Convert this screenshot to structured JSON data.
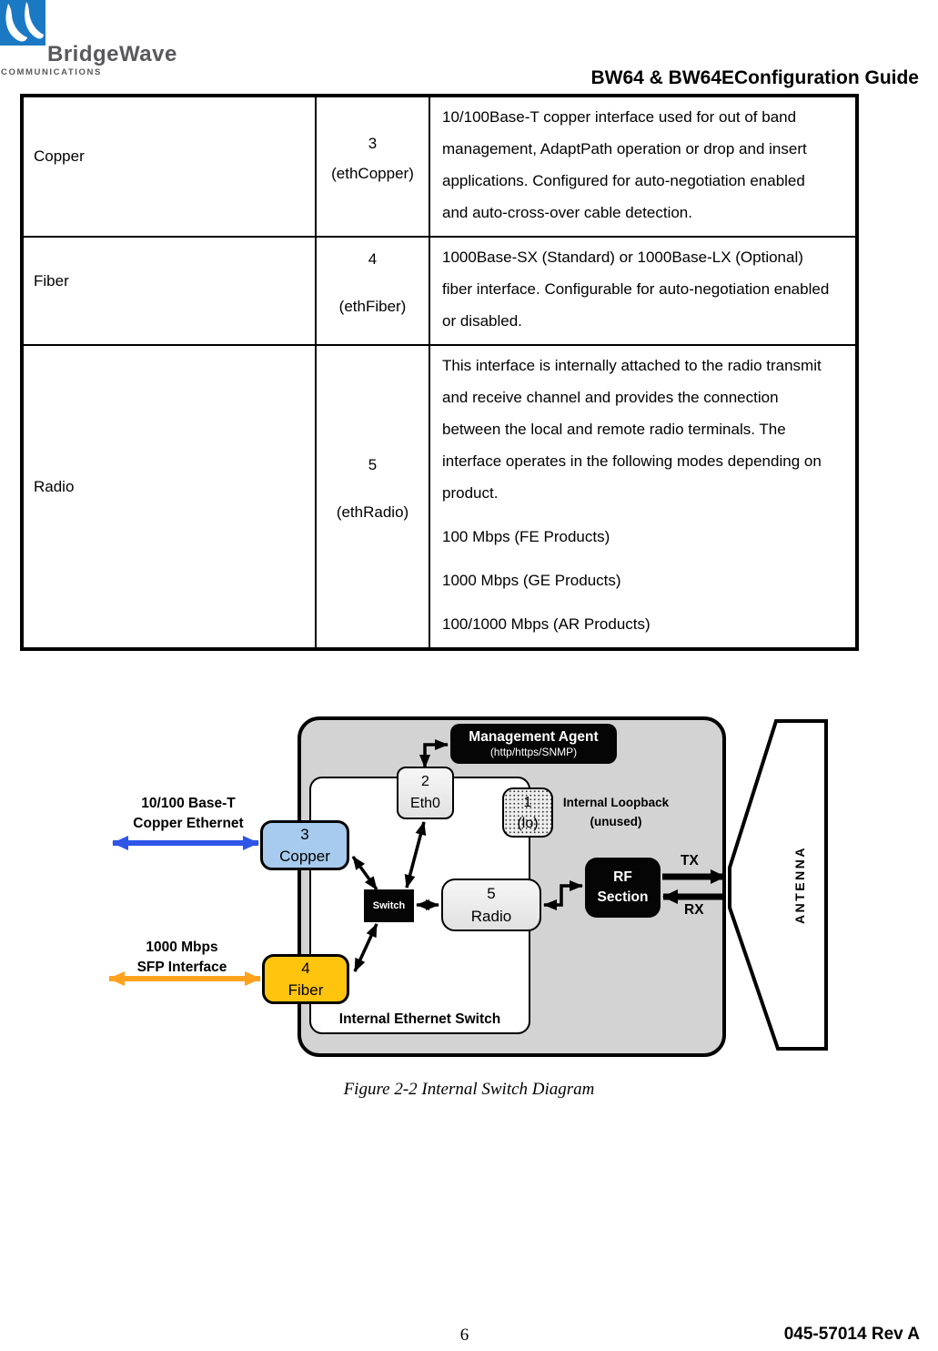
{
  "logo": {
    "brand": "BridgeWave",
    "sub": "COMMUNICATIONS"
  },
  "header": {
    "title": "BW64 & BW64EConfiguration Guide"
  },
  "table": {
    "rows": [
      {
        "name": "Copper",
        "port": "3",
        "port_id": "(ethCopper)",
        "desc": [
          "10/100Base-T copper interface used for out of band management, AdaptPath operation or drop and insert applications. Configured for auto-negotiation enabled and auto-cross-over cable detection."
        ]
      },
      {
        "name": "Fiber",
        "port": "4",
        "port_id": "(ethFiber)",
        "desc": [
          "1000Base-SX (Standard) or 1000Base-LX (Optional) fiber interface. Configurable for auto-negotiation enabled or disabled."
        ]
      },
      {
        "name": "Radio",
        "port": "5",
        "port_id": "(ethRadio)",
        "desc": [
          "This interface is internally attached to the radio transmit and receive channel and provides the connection between the local and remote radio terminals. The interface operates in the following modes depending on product.",
          "100 Mbps (FE Products)",
          "1000 Mbps (GE Products)",
          "100/1000 Mbps (AR Products)"
        ]
      }
    ]
  },
  "diagram": {
    "management_agent": {
      "line1": "Management Agent",
      "line2": "(http/https/SNMP)"
    },
    "eth0": {
      "num": "2",
      "label": "Eth0"
    },
    "loopback": {
      "num": "1",
      "label": "(lo)"
    },
    "loopback_note": {
      "line1": "Internal Loopback",
      "line2": "(unused)"
    },
    "copper": {
      "num": "3",
      "label": "Copper"
    },
    "fiber": {
      "num": "4",
      "label": "Fiber"
    },
    "switch": {
      "label": "Switch"
    },
    "radio": {
      "num": "5",
      "label": "Radio"
    },
    "rf": {
      "line1": "RF",
      "line2": "Section"
    },
    "tx": "TX",
    "rx": "RX",
    "antenna": "ANTENNA",
    "inner_label": "Internal Ethernet Switch",
    "ext_copper": {
      "line1": "10/100 Base-T",
      "line2": "Copper Ethernet"
    },
    "ext_fiber": {
      "line1": "1000 Mbps",
      "line2": "SFP Interface"
    },
    "colors": {
      "copper_fill": "#a7cbee",
      "fiber_fill": "#ffc40e",
      "blue_arrow": "#2e55e8",
      "orange_arrow": "#ffa21e",
      "logo_blue": "#1b79c4",
      "gray_box": "#d3d3d3"
    }
  },
  "caption": "Figure 2-2 Internal Switch Diagram",
  "footer": {
    "page": "6",
    "doc": "045-57014 Rev A"
  }
}
